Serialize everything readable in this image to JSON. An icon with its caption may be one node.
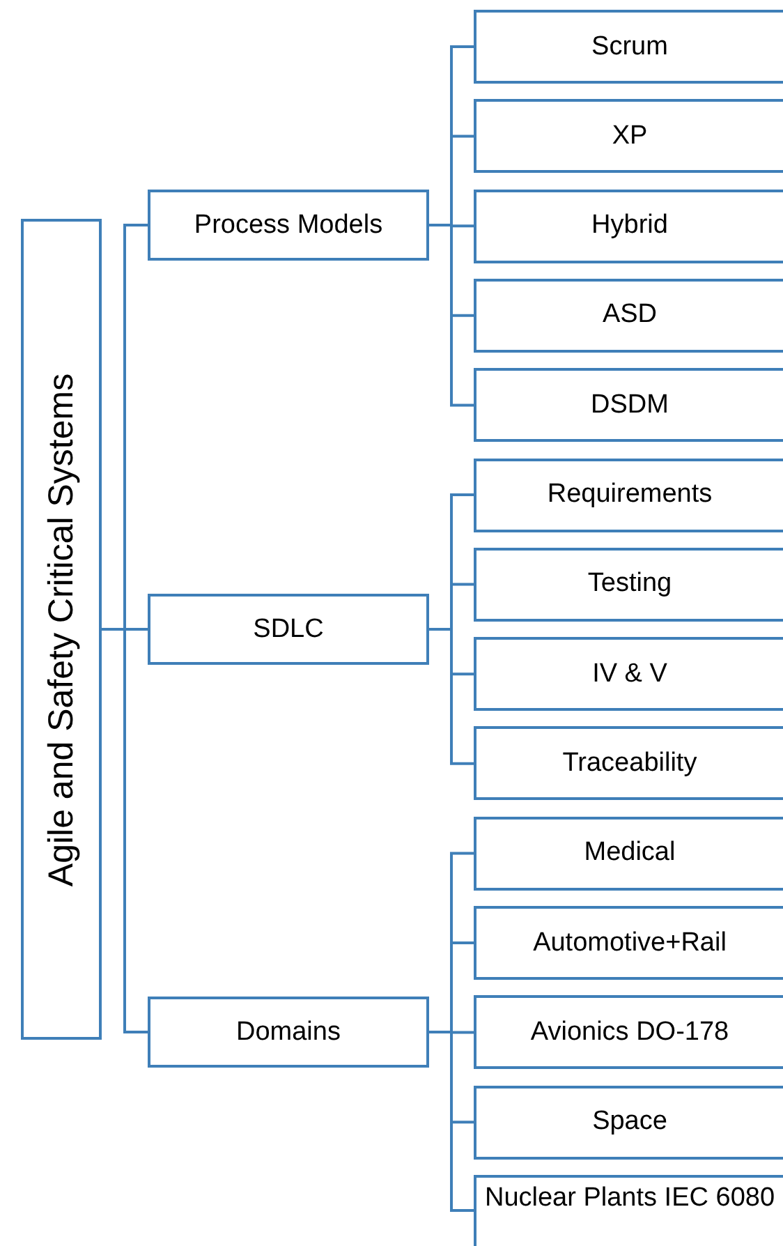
{
  "diagram": {
    "nodes": [
      {
        "text": [
          "Agile and Safety Critical Systems"
        ]
      },
      {
        "text": [
          "Process Models"
        ]
      },
      {
        "text": [
          "Scrum"
        ]
      },
      {
        "text": [
          "XP"
        ]
      },
      {
        "text": [
          "Hybrid"
        ]
      },
      {
        "text": [
          "ASD"
        ]
      },
      {
        "text": [
          "DSDM"
        ]
      },
      {
        "text": [
          "SDLC"
        ]
      },
      {
        "text": [
          "Requirements"
        ]
      },
      {
        "text": [
          "Testing"
        ]
      },
      {
        "text": [
          "IV & V"
        ]
      },
      {
        "text": [
          "Traceability"
        ]
      },
      {
        "text": [
          "Domains"
        ]
      },
      {
        "text": [
          "Medical"
        ]
      },
      {
        "text": [
          "Automotive+Rail"
        ]
      },
      {
        "text": [
          "Avionics DO-178"
        ]
      },
      {
        "text": [
          "Space"
        ]
      },
      {
        "text": [
          "Nuclear Plants IEC 6080"
        ]
      }
    ],
    "edges": [
      {
        "from": 0,
        "to": 1,
        "arrow": "none"
      },
      {
        "from": 0,
        "to": 7,
        "arrow": "none"
      },
      {
        "from": 0,
        "to": 12,
        "arrow": "none"
      },
      {
        "from": 1,
        "to": 2,
        "arrow": "none"
      },
      {
        "from": 1,
        "to": 3,
        "arrow": "none"
      },
      {
        "from": 1,
        "to": 4,
        "arrow": "none"
      },
      {
        "from": 1,
        "to": 5,
        "arrow": "none"
      },
      {
        "from": 1,
        "to": 6,
        "arrow": "none"
      },
      {
        "from": 7,
        "to": 8,
        "arrow": "none"
      },
      {
        "from": 7,
        "to": 9,
        "arrow": "none"
      },
      {
        "from": 7,
        "to": 10,
        "arrow": "none"
      },
      {
        "from": 7,
        "to": 11,
        "arrow": "none"
      },
      {
        "from": 12,
        "to": 13,
        "arrow": "none"
      },
      {
        "from": 12,
        "to": 14,
        "arrow": "none"
      },
      {
        "from": 12,
        "to": 15,
        "arrow": "none"
      },
      {
        "from": 12,
        "to": 16,
        "arrow": "none"
      },
      {
        "from": 12,
        "to": 17,
        "arrow": "none"
      }
    ]
  }
}
